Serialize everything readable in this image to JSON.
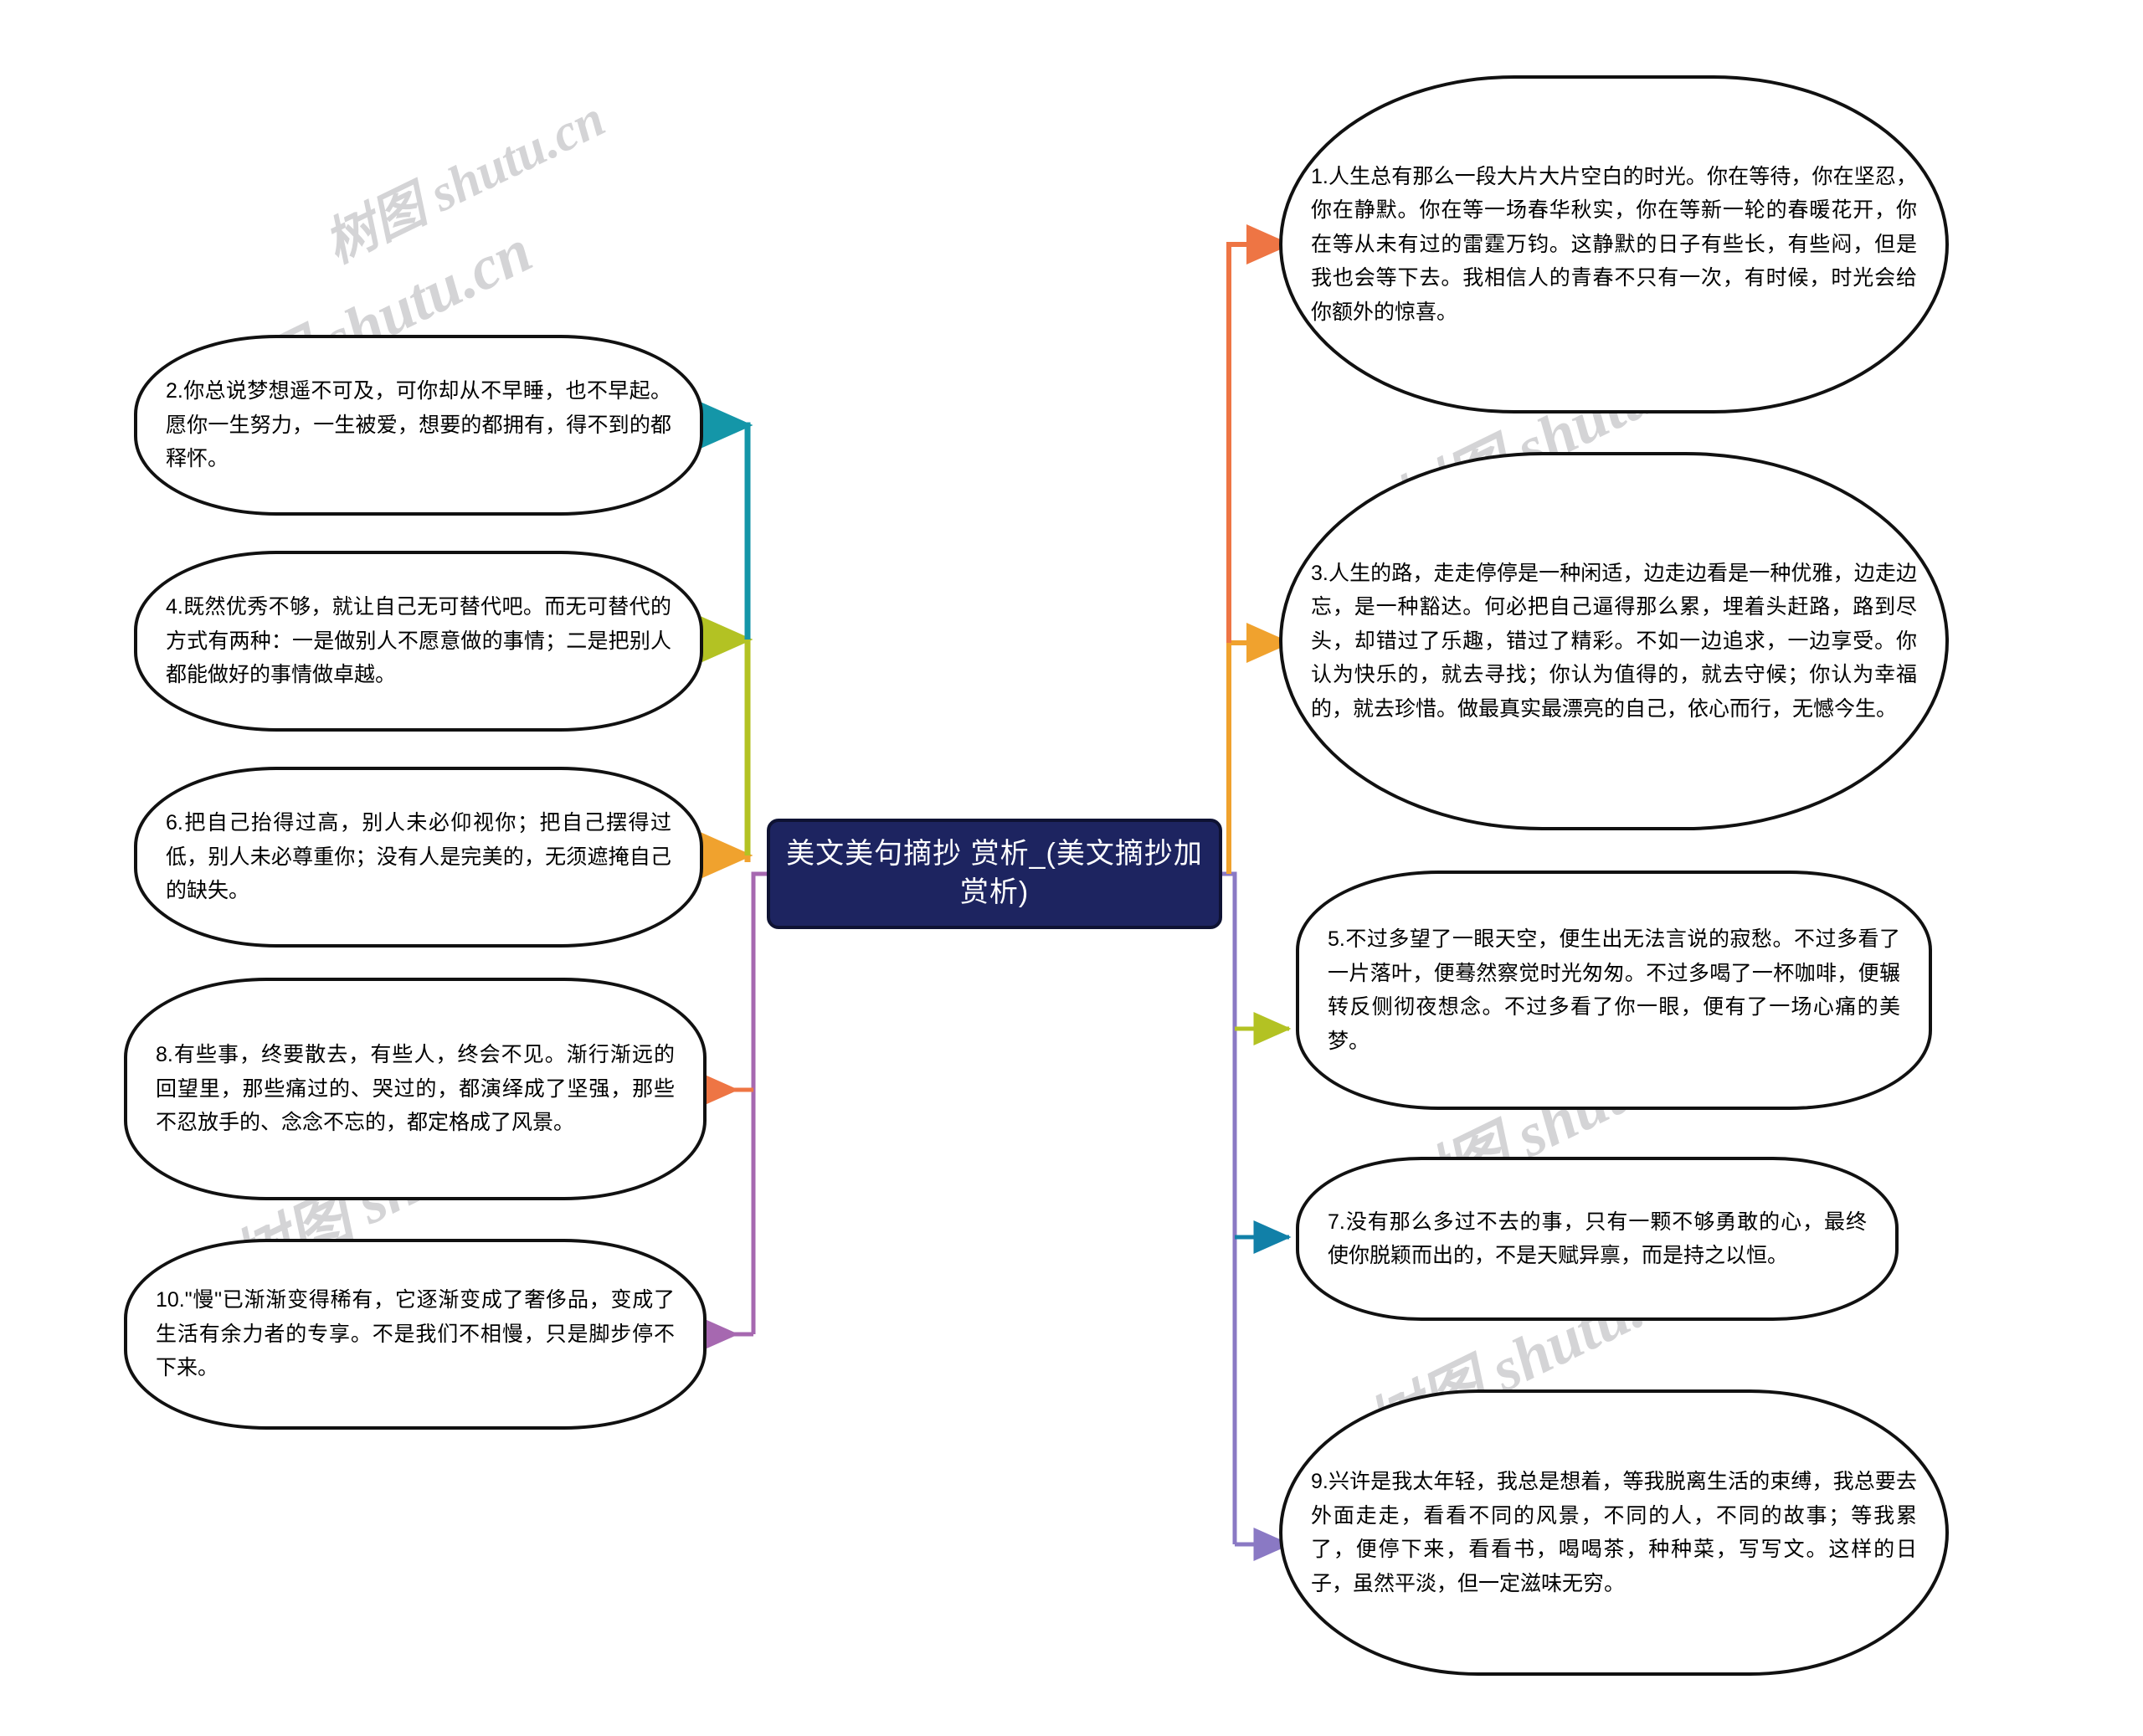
{
  "diagram": {
    "title": "美文美句摘抄 赏析_(美文摘抄加赏析)",
    "watermark": "树图 shutu.cn",
    "root_fill": "#1d2460",
    "root_text_color": "#ffffff",
    "node_border_color": "#111111",
    "node_fill": "#ffffff",
    "branches_left": [
      {
        "index": "2",
        "color": "#1496a8",
        "text": "2.你总说梦想遥不可及，可你却从不早睡，也不早起。愿你一生努力，一生被爱，想要的都拥有，得不到的都释怀。"
      },
      {
        "index": "4",
        "color": "#b3c223",
        "text": "4.既然优秀不够，就让自己无可替代吧。而无可替代的方式有两种：一是做别人不愿意做的事情；二是把别人都能做好的事情做卓越。"
      },
      {
        "index": "6",
        "color": "#f0a22e",
        "text": "6.把自己抬得过高，别人未必仰视你；把自己摆得过低，别人未必尊重你；没有人是完美的，无须遮掩自己的缺失。"
      },
      {
        "index": "8",
        "color": "#ee7544",
        "text": "8.有些事，终要散去，有些人，终会不见。渐行渐远的回望里，那些痛过的、哭过的，都演绎成了坚强，那些不忍放手的、念念不忘的，都定格成了风景。"
      },
      {
        "index": "10",
        "color": "#a668b0",
        "text": "10.\"慢\"已渐渐变得稀有，它逐渐变成了奢侈品，变成了生活有余力者的专享。不是我们不相慢，只是脚步停不下来。"
      }
    ],
    "branches_right": [
      {
        "index": "1",
        "color": "#ee7544",
        "text": "1.人生总有那么一段大片大片空白的时光。你在等待，你在坚忍，你在静默。你在等一场春华秋实，你在等新一轮的春暖花开，你在等从未有过的雷霆万钧。这静默的日子有些长，有些闷，但是我也会等下去。我相信人的青春不只有一次，有时候，时光会给你额外的惊喜。"
      },
      {
        "index": "3",
        "color": "#f0a22e",
        "text": "3.人生的路，走走停停是一种闲适，边走边看是一种优雅，边走边忘，是一种豁达。何必把自己逼得那么累，埋着头赶路，路到尽头，却错过了乐趣，错过了精彩。不如一边追求，一边享受。你认为快乐的，就去寻找；你认为值得的，就去守候；你认为幸福的，就去珍惜。做最真实最漂亮的自己，依心而行，无憾今生。"
      },
      {
        "index": "5",
        "color": "#b3c223",
        "text": "5.不过多望了一眼天空，便生出无法言说的寂愁。不过多看了一片落叶，便蓦然察觉时光匆匆。不过多喝了一杯咖啡，便辗转反侧彻夜想念。不过多看了你一眼，便有了一场心痛的美梦。"
      },
      {
        "index": "7",
        "color": "#1180a8",
        "text": "7.没有那么多过不去的事，只有一颗不够勇敢的心，最终使你脱颖而出的，不是天赋异禀，而是持之以恒。"
      },
      {
        "index": "9",
        "color": "#8a79c4",
        "text": "9.兴许是我太年轻，我总是想着，等我脱离生活的束缚，我总要去外面走走，看看不同的风景，不同的人，不同的故事；等我累了，便停下来，看看书，喝喝茶，种种菜，写写文。这样的日子，虽然平淡，但一定滋味无穷。"
      }
    ],
    "trunk_left_color": "#a668b0",
    "trunk_right_color": "#8a79c4"
  }
}
